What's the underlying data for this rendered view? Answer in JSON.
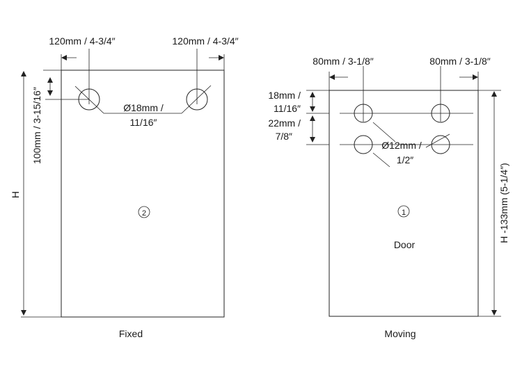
{
  "fixed_panel": {
    "caption": "Fixed",
    "number": "2",
    "height_label": "H",
    "top_left_offset": "120mm / 4-3/4″",
    "top_right_offset": "120mm / 4-3/4″",
    "hole_drop": "100mm / 3-15/16″",
    "hole_diameter_line1": "Ø18mm /",
    "hole_diameter_line2": "11/16″"
  },
  "moving_panel": {
    "caption": "Moving",
    "number": "1",
    "label": "Door",
    "height_label": "H -133mm (5-1/4″)",
    "top_left_offset": "80mm / 3-1/8″",
    "top_right_offset": "80mm / 3-1/8″",
    "upper_gap_line1": "18mm /",
    "upper_gap_line2": "11/16″",
    "lower_gap_line1": "22mm /",
    "lower_gap_line2": "7/8″",
    "hole_diameter_line1": "Ø12mm /",
    "hole_diameter_line2": "1/2″"
  }
}
